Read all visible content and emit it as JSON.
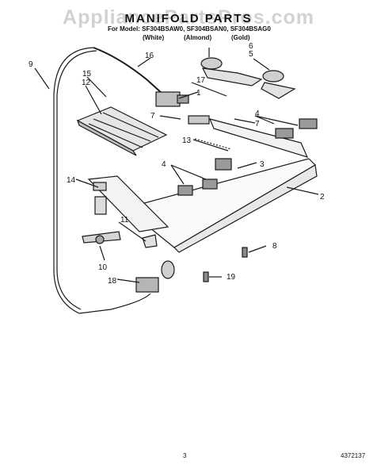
{
  "watermark": "AppliancePartsPros.com",
  "header": {
    "title": "MANIFOLD PARTS",
    "models_line": "For Model: SF304BSAW0, SF304BSAN0, SF304BSAG0",
    "variants": [
      "(White)",
      "(Almond)",
      "(Gold)"
    ]
  },
  "callouts": [
    "1",
    "2",
    "3",
    "4",
    "4",
    "5",
    "6",
    "7",
    "7",
    "8",
    "9",
    "10",
    "11",
    "12",
    "13",
    "14",
    "15",
    "16",
    "17",
    "18",
    "19"
  ],
  "footer": {
    "page_number": "3",
    "doc_code": "4372137"
  }
}
